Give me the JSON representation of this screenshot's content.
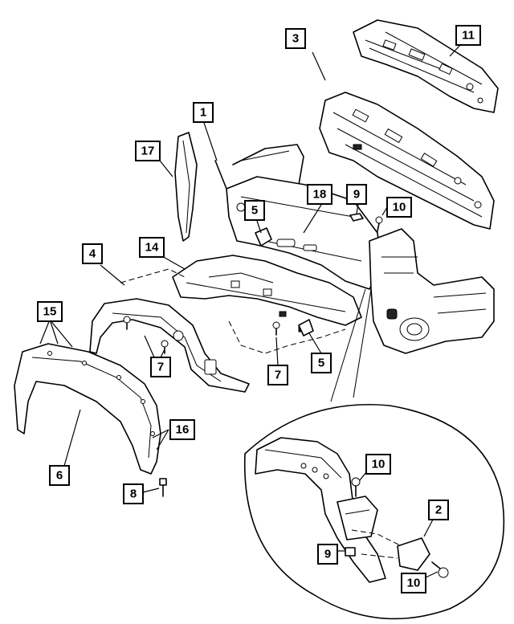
{
  "diagram": {
    "callouts": [
      {
        "id": "c1",
        "label": "1"
      },
      {
        "id": "c2",
        "label": "2"
      },
      {
        "id": "c3",
        "label": "3"
      },
      {
        "id": "c4",
        "label": "4"
      },
      {
        "id": "c5a",
        "label": "5"
      },
      {
        "id": "c5b",
        "label": "5"
      },
      {
        "id": "c6",
        "label": "6"
      },
      {
        "id": "c7a",
        "label": "7"
      },
      {
        "id": "c7b",
        "label": "7"
      },
      {
        "id": "c8",
        "label": "8"
      },
      {
        "id": "c9a",
        "label": "9"
      },
      {
        "id": "c9b",
        "label": "9"
      },
      {
        "id": "c10a",
        "label": "10"
      },
      {
        "id": "c10b",
        "label": "10"
      },
      {
        "id": "c10c",
        "label": "10"
      },
      {
        "id": "c11",
        "label": "11"
      },
      {
        "id": "c14",
        "label": "14"
      },
      {
        "id": "c15",
        "label": "15"
      },
      {
        "id": "c16",
        "label": "16"
      },
      {
        "id": "c17",
        "label": "17"
      },
      {
        "id": "c18",
        "label": "18"
      }
    ]
  }
}
